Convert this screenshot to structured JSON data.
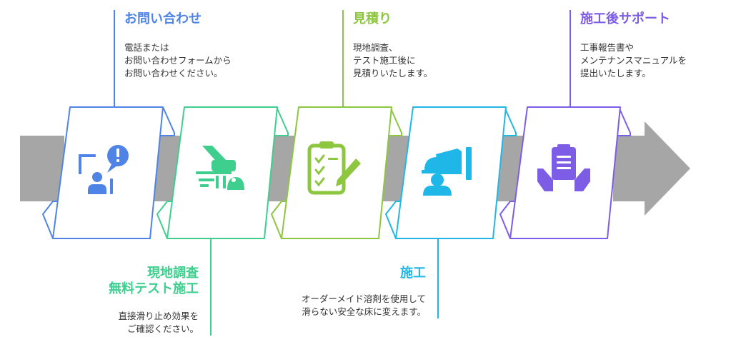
{
  "colors": {
    "track": "#a6a6a6",
    "step1": "#4f84e6",
    "step2": "#3ecf8e",
    "step3": "#8dc63f",
    "step4": "#1fb6e8",
    "step5": "#7d5ce6",
    "desc_text": "#333333"
  },
  "steps": [
    {
      "title": "お問い合わせ",
      "desc": [
        "電話または",
        "お問い合わせフォームから",
        "お問い合わせください。"
      ],
      "icon": "person-board-alert-icon",
      "position": "top"
    },
    {
      "title": [
        "現地調査",
        "無料テスト施工"
      ],
      "desc": [
        "直接滑り止め効果を",
        "ご確認ください。"
      ],
      "icon": "floor-sweeper-icon",
      "position": "bottom"
    },
    {
      "title": "見積り",
      "desc": [
        "現地調査、",
        "テスト施工後に",
        "見積りいたします。"
      ],
      "icon": "clipboard-checklist-pen-icon",
      "position": "top"
    },
    {
      "title": "施工",
      "desc": [
        "オーダーメイド溶剤を使用して",
        "滑らない安全な床に変えます。"
      ],
      "icon": "construction-worker-icon",
      "position": "bottom"
    },
    {
      "title": "施工後サポート",
      "desc": [
        "工事報告書や",
        "メンテナンスマニュアルを",
        "提出いたします。"
      ],
      "icon": "hands-holding-document-icon",
      "position": "top"
    }
  ]
}
